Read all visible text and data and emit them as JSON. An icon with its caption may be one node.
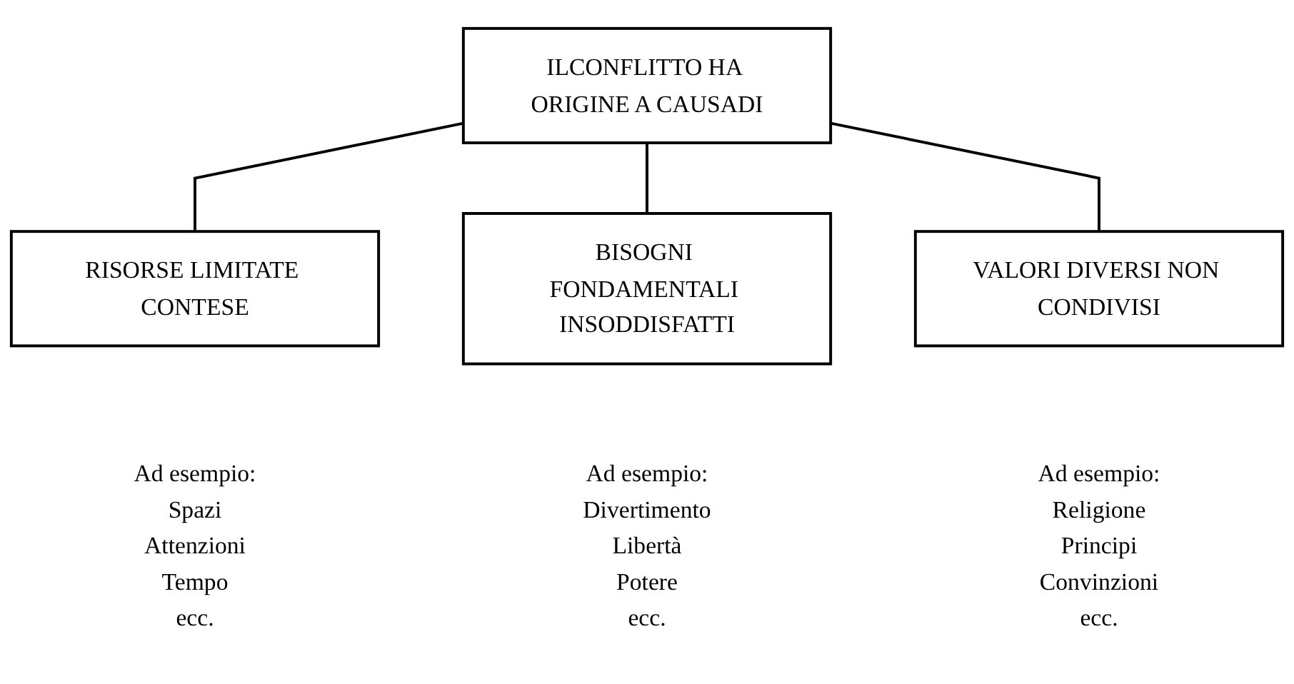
{
  "diagram": {
    "nodes": [
      {
        "text": [
          "ILCONFLITTO HA ORIGINE A CAUSADI"
        ]
      },
      {
        "text": [
          "RISORSE LIMITATE CONTESE"
        ],
        "beside": [
          "Ad esempio:",
          "Spazi",
          "Attenzioni",
          "Tempo",
          "ecc."
        ]
      },
      {
        "text": [
          "BISOGNI FONDAMENTALI INSODDISFATTI"
        ],
        "beside": [
          "Ad esempio:",
          "Divertimento",
          "Libertà",
          "Potere",
          "ecc."
        ]
      },
      {
        "text": [
          "VALORI DIVERSI NON CONDIVISI"
        ],
        "beside": [
          "Ad esempio:",
          "Religione",
          "Principi",
          "Convinzioni",
          "ecc."
        ]
      }
    ],
    "edges": [
      {
        "from": 0,
        "to": 1,
        "arrow": "none"
      },
      {
        "from": 0,
        "to": 2,
        "arrow": "none"
      },
      {
        "from": 0,
        "to": 3,
        "arrow": "none"
      }
    ]
  }
}
